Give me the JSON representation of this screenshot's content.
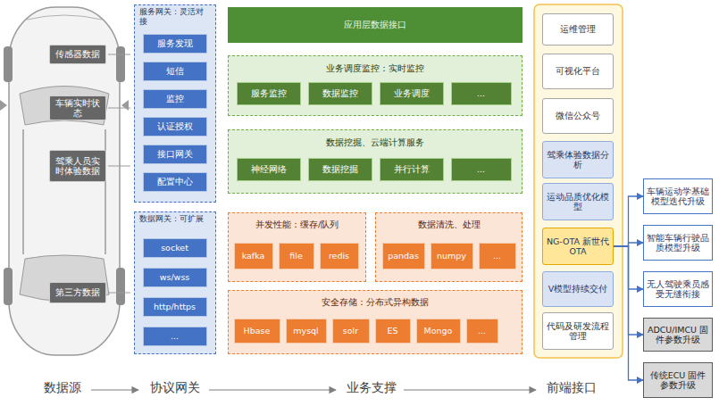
{
  "diagram": {
    "nodes": [
      {
        "text": [
          "传感器数据"
        ]
      },
      {
        "text": [
          "车辆实时状态"
        ]
      },
      {
        "text": [
          "驾乘人员实时体验数据"
        ]
      },
      {
        "text": [
          "第三方数据"
        ]
      },
      {
        "text": [
          "服务网关：灵活对接"
        ]
      },
      {
        "text": [
          "服务发现"
        ],
        "in": 4
      },
      {
        "text": [
          "短信"
        ],
        "in": 4
      },
      {
        "text": [
          "监控"
        ],
        "in": 4
      },
      {
        "text": [
          "认证授权"
        ],
        "in": 4
      },
      {
        "text": [
          "接口网关"
        ],
        "in": 4
      },
      {
        "text": [
          "配置中心"
        ],
        "in": 4
      },
      {
        "text": [
          "数据网关：可扩展"
        ]
      },
      {
        "text": [
          "socket"
        ],
        "in": 11
      },
      {
        "text": [
          "ws/wss"
        ],
        "in": 11
      },
      {
        "text": [
          "http/https"
        ],
        "in": 11
      },
      {
        "text": [
          "..."
        ],
        "in": 11
      },
      {
        "text": [
          "应用层数据接口"
        ]
      },
      {
        "text": [
          "业务调度监控：实时监控"
        ]
      },
      {
        "text": [
          "服务监控"
        ],
        "in": 17
      },
      {
        "text": [
          "数据监控"
        ],
        "in": 17
      },
      {
        "text": [
          "业务调度"
        ],
        "in": 17
      },
      {
        "text": [
          "..."
        ],
        "in": 17
      },
      {
        "text": [
          "数据挖掘、云端计算服务"
        ]
      },
      {
        "text": [
          "神经网络"
        ],
        "in": 22
      },
      {
        "text": [
          "数据挖掘"
        ],
        "in": 22
      },
      {
        "text": [
          "并行计算"
        ],
        "in": 22
      },
      {
        "text": [
          "..."
        ],
        "in": 22
      },
      {
        "text": [
          "并发性能：缓存/队列"
        ]
      },
      {
        "text": [
          "kafka"
        ],
        "in": 27
      },
      {
        "text": [
          "file"
        ],
        "in": 27
      },
      {
        "text": [
          "redis"
        ],
        "in": 27
      },
      {
        "text": [
          "数据清洗、处理"
        ]
      },
      {
        "text": [
          "pandas"
        ],
        "in": 31
      },
      {
        "text": [
          "numpy"
        ],
        "in": 31
      },
      {
        "text": [
          "..."
        ],
        "in": 31
      },
      {
        "text": [
          "安全存储：分布式异构数据"
        ]
      },
      {
        "text": [
          "Hbase"
        ],
        "in": 35
      },
      {
        "text": [
          "mysql"
        ],
        "in": 35
      },
      {
        "text": [
          "solr"
        ],
        "in": 35
      },
      {
        "text": [
          "ES"
        ],
        "in": 35
      },
      {
        "text": [
          "Mongo"
        ],
        "in": 35
      },
      {
        "text": [
          "..."
        ],
        "in": 35
      },
      {
        "text": [
          "运维管理"
        ]
      },
      {
        "text": [
          "可视化平台"
        ]
      },
      {
        "text": [
          "微信公众号"
        ]
      },
      {
        "text": [
          "驾乘体验数据分析"
        ]
      },
      {
        "text": [
          "运动品质优化模型"
        ]
      },
      {
        "text": [
          "NG-OTA 新世代OTA"
        ]
      },
      {
        "text": [
          "V模型持续交付"
        ]
      },
      {
        "text": [
          "代码及研发流程管理"
        ]
      },
      {
        "text": [
          "车辆运动学基础模型迭代升级"
        ]
      },
      {
        "text": [
          "智能车辆行驶品质模型升级"
        ]
      },
      {
        "text": [
          "无人驾驶乘员感受无缝衔接"
        ]
      },
      {
        "text": [
          "ADCU/IMCU 固件参数升级"
        ]
      },
      {
        "text": [
          "传统ECU 固件参数升级"
        ]
      }
    ],
    "edges": [
      {
        "from": 47,
        "to": 50,
        "arrow": "to"
      },
      {
        "from": 47,
        "to": 51,
        "arrow": "to"
      },
      {
        "from": 47,
        "to": 52,
        "arrow": "to"
      },
      {
        "from": 47,
        "to": 53,
        "arrow": "to"
      },
      {
        "from": 47,
        "to": 54,
        "arrow": "to"
      }
    ],
    "labels": [
      "数据源",
      "协议网关",
      "业务支撑",
      "前端接口"
    ]
  }
}
